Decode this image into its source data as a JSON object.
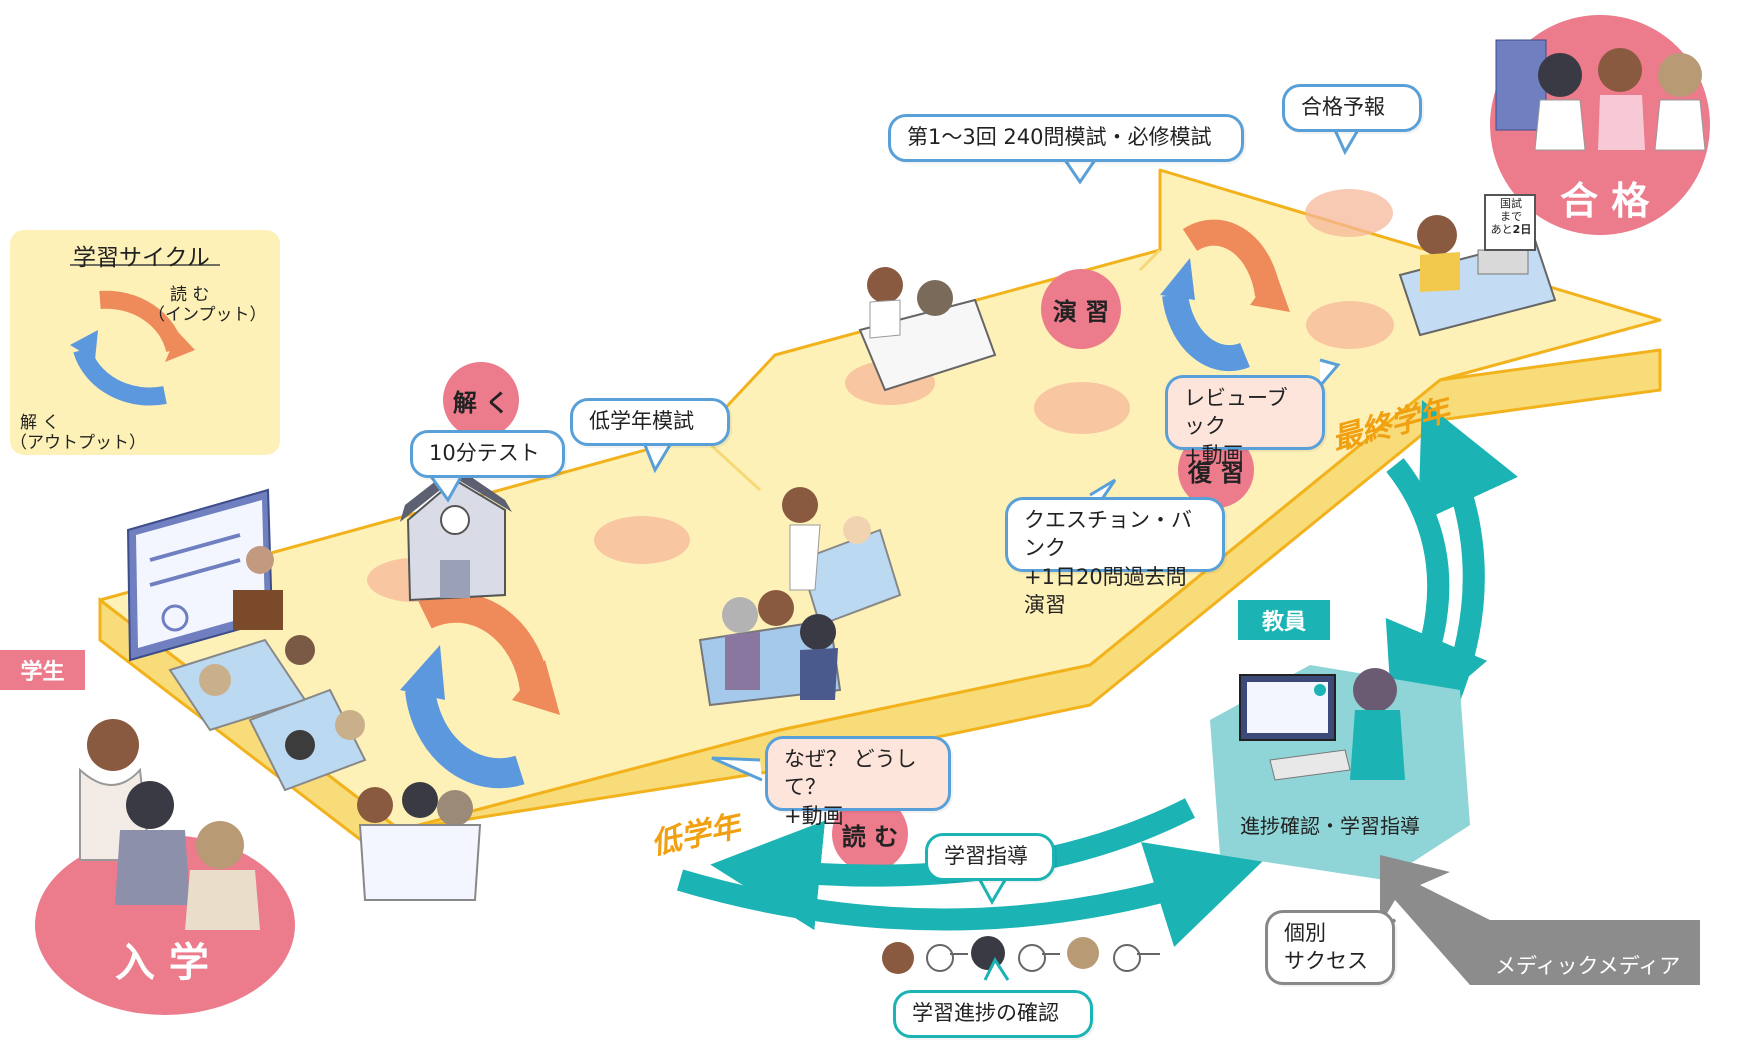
{
  "cycle": {
    "title": "学習サイクル",
    "read": "読 む",
    "read_sub": "（インプット）",
    "solve": "解 く",
    "solve_sub": "（アウトプット）"
  },
  "roles": {
    "student": "学生",
    "teacher": "教員",
    "enroll": "入 学",
    "pass": "合 格"
  },
  "stages": {
    "lower": "低学年",
    "final": "最終学年"
  },
  "steps": {
    "solve": "解 く",
    "read": "読 む",
    "practice": "演 習",
    "review": "復 習"
  },
  "bubbles": {
    "test10": "10分テスト",
    "lower_mock": "低学年模試",
    "mock240": "第1～3回 240問模試・必修模試",
    "forecast": "合格予報",
    "reviewbook_1": "レビューブック",
    "reviewbook_2": "+動画",
    "qbank_1": "クエスチョン・バンク",
    "qbank_2": "+1日20問過去問演習",
    "why_1": "なぜ？ どうして？",
    "why_2": "+動画",
    "guidance": "学習指導",
    "progress_check": "学習進捗の確認",
    "success_1": "個別",
    "success_2": "サクセス"
  },
  "teacher_panel": {
    "caption": "進捗確認・学習指導"
  },
  "company": {
    "name": "メディックメディア"
  },
  "sign": {
    "line1": "国試",
    "line2": "まで",
    "line3": "あと",
    "days": "2日"
  },
  "colors": {
    "path_top": "#fdf1b8",
    "path_side": "#f9dc7a",
    "path_edge": "#f2b21c",
    "accent_pink": "#ec7b8c",
    "spot": "#f5b79a",
    "arrow_orange": "#ef8a5a",
    "arrow_blue": "#5b98dd",
    "teal": "#1bb3b3",
    "gray": "#8c8c8c",
    "stage_text": "#f0a010"
  }
}
